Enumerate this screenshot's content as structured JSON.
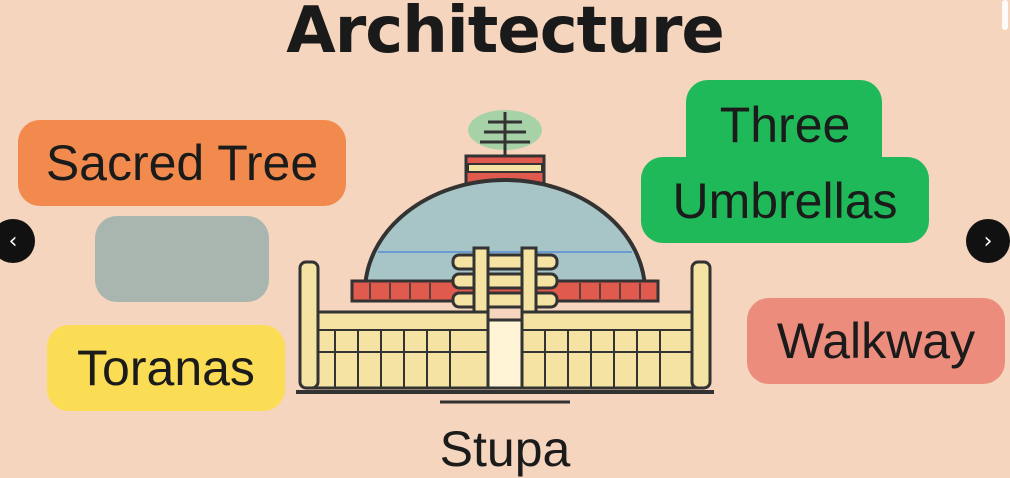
{
  "title": "Architecture",
  "labels": {
    "sacred_tree": "Sacred Tree",
    "blank": "",
    "toranas": "Toranas",
    "three_umbrellas_line1": "Three",
    "three_umbrellas_line2": "Umbrellas",
    "walkway": "Walkway",
    "stupa": "Stupa"
  },
  "navigation": {
    "prev_icon": "chevron-left-icon",
    "next_icon": "chevron-right-icon",
    "prev_glyph": "‹",
    "next_glyph": "›"
  },
  "colors": {
    "background": "#f5d5bd",
    "sacred_tree": "#f28a4e",
    "blank": "#a9b6b0",
    "toranas": "#fbdc55",
    "three_umbrellas": "#1fb959",
    "walkway": "#ec8c7d",
    "dome": "#a7c4c6",
    "railing": "#f4e3a3",
    "red_band": "#e05a4e"
  }
}
